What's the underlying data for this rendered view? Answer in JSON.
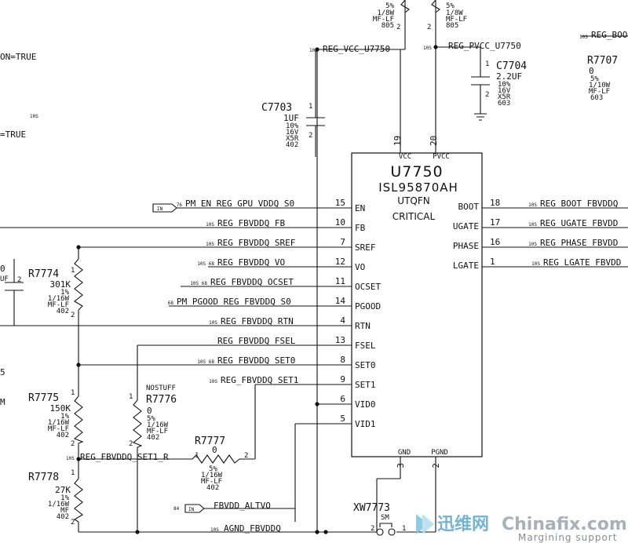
{
  "ic": {
    "ref": "U7750",
    "part": "ISL95870AH",
    "package": "UTQFN",
    "note": "CRITICAL",
    "top_pins": [
      {
        "num": "19",
        "name": "VCC"
      },
      {
        "num": "20",
        "name": "PVCC"
      }
    ],
    "left_pins": [
      {
        "num": "15",
        "name": "EN",
        "net": "PM_EN_REG_GPU_VDDQ_S0",
        "xref": "76"
      },
      {
        "num": "10",
        "name": "FB",
        "net": "REG_FBVDDQ_FB",
        "xref": "10S"
      },
      {
        "num": "7",
        "name": "SREF",
        "net": "REG_FBVDDQ_SREF",
        "xref": "10S"
      },
      {
        "num": "12",
        "name": "VO",
        "net": "REG_FBVDDQ_VO",
        "xref": "10S 68"
      },
      {
        "num": "11",
        "name": "OCSET",
        "net": "REG_FBVDDQ_OCSET",
        "xref": "10S 68"
      },
      {
        "num": "14",
        "name": "PGOOD",
        "net": "PM_PGOOD_REG_FBVDDQ_S0",
        "xref": "68"
      },
      {
        "num": "4",
        "name": "RTN",
        "net": "REG_FBVDDQ_RTN",
        "xref": "10S"
      },
      {
        "num": "13",
        "name": "FSEL",
        "net": "REG_FBVDDQ_FSEL",
        "xref": ""
      },
      {
        "num": "8",
        "name": "SET0",
        "net": "REG_FBVDDQ_SET0",
        "xref": "10S 68"
      },
      {
        "num": "9",
        "name": "SET1",
        "net": "REG_FBVDDQ_SET1",
        "xref": "10S"
      },
      {
        "num": "6",
        "name": "VID0",
        "net": "",
        "xref": ""
      },
      {
        "num": "5",
        "name": "VID1",
        "net": "",
        "xref": ""
      }
    ],
    "right_pins": [
      {
        "num": "18",
        "name": "BOOT",
        "net": "REG_BOOT_FBVDDQ",
        "xref": "10S"
      },
      {
        "num": "17",
        "name": "UGATE",
        "net": "REG_UGATE_FBVDD",
        "xref": "10S"
      },
      {
        "num": "16",
        "name": "PHASE",
        "net": "REG_PHASE_FBVDD",
        "xref": "10S"
      },
      {
        "num": "1",
        "name": "LGATE",
        "net": "REG_LGATE_FBVDD",
        "xref": "10S"
      }
    ],
    "bottom_pins": [
      {
        "num": "3",
        "name": "GND"
      },
      {
        "num": "2",
        "name": "PGND"
      }
    ]
  },
  "nets": {
    "vcc": {
      "name": "REG_VCC_U7750",
      "xref": "10S"
    },
    "pvcc": {
      "name": "REG_PVCC_U7750",
      "xref": "10S"
    },
    "set1_r": {
      "name": "REG_FBVDDQ_SET1_R",
      "xref": "10S"
    },
    "altvo": {
      "name": "FBVDD_ALTVO",
      "xref": "84",
      "port": "IN"
    },
    "agnd": {
      "name": "AGND_FBVDDQ",
      "xref": "10S"
    },
    "boot_right": {
      "name": "REG_BOO",
      "xref": "10S"
    },
    "en_port": "IN"
  },
  "components": {
    "r_top_left": {
      "lines": [
        "5%",
        "1/8W",
        "MF-LF",
        "805"
      ],
      "pin2": "2"
    },
    "r_top_right": {
      "lines": [
        "5%",
        "1/8W",
        "MF-LF",
        "805"
      ],
      "pin2": "2"
    },
    "c7703": {
      "ref": "C7703",
      "value": "1UF",
      "lines": [
        "10%",
        "16V",
        "X5R",
        "402"
      ],
      "pin1": "1",
      "pin2": "2"
    },
    "c7704": {
      "ref": "C7704",
      "value": "2.2UF",
      "lines": [
        "10%",
        "16V",
        "X5R",
        "603"
      ],
      "pin1": "1",
      "pin2": "2"
    },
    "r7707": {
      "ref": "R7707",
      "value": "0",
      "lines": [
        "5%",
        "1/10W",
        "MF-LF",
        "603"
      ]
    },
    "r7774": {
      "ref": "R7774",
      "value": "301K",
      "lines": [
        "1%",
        "1/16W",
        "MF-LF",
        "402"
      ],
      "pin1": "1",
      "pin2": "2"
    },
    "r7775": {
      "ref": "R7775",
      "value": "150K",
      "lines": [
        "1%",
        "1/16W",
        "MF-LF",
        "402"
      ],
      "pin1": "1",
      "pin2": "2"
    },
    "r7776": {
      "ref": "R7776",
      "nostuff": "NOSTUFF",
      "value": "0",
      "lines": [
        "5%",
        "1/16W",
        "MF-LF",
        "402"
      ],
      "pin1": "1",
      "pin2": "2"
    },
    "r7777": {
      "ref": "R7777",
      "value": "0",
      "lines": [
        "5%",
        "1/16W",
        "MF-LF",
        "402"
      ],
      "pin1": "1",
      "pin2": "2"
    },
    "r7778": {
      "ref": "R7778",
      "value": "27K",
      "lines": [
        "1%",
        "1/16W",
        "MF",
        "402"
      ],
      "pin1": "1",
      "pin2": "2"
    },
    "xw7773": {
      "ref": "XW7773",
      "value": "SM",
      "pin1": "1",
      "pin2": "2"
    }
  },
  "edge_fragments": {
    "left1": "ON=TRUE",
    "left1_xref": "10S",
    "left2": "=TRUE",
    "left3": "0",
    "left4": "UF",
    "left5": "2",
    "left6": "5",
    "left7": "M"
  },
  "watermark": {
    "cn": "迅维网",
    "en": "Chinafix.com",
    "tagline": "Margining support"
  }
}
